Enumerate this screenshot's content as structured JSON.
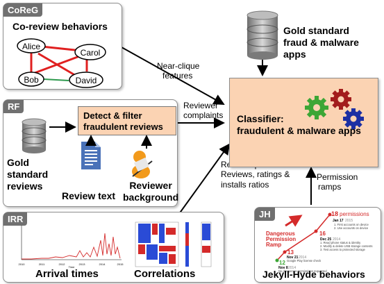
{
  "coreg": {
    "tag": "CoReG",
    "title": "Co-review behaviors",
    "nodes": [
      "Alice",
      "Carol",
      "Bob",
      "David"
    ]
  },
  "gold_apps": {
    "label_line1": "Gold standard",
    "label_line2": "fraud & malware apps"
  },
  "arrows": {
    "near_clique_1": "Near-clique",
    "near_clique_2": "features",
    "reviewer_complaints_1": "Reviewer",
    "reviewer_complaints_2": "complaints",
    "review_spikes_1": "Review spikes.",
    "review_spikes_2": "Reviews, ratings &",
    "review_spikes_3": "installs ratios",
    "permission_ramps_1": "Permission",
    "permission_ramps_2": "ramps"
  },
  "classifier": {
    "line1": "Classifier:",
    "line2": "fraudulent & malware apps"
  },
  "rf": {
    "tag": "RF",
    "detect_line1": "Detect & filter",
    "detect_line2": "fraudulent reviews",
    "gold_reviews_1": "Gold",
    "gold_reviews_2": "standard",
    "gold_reviews_3": "reviews",
    "review_text": "Review text",
    "reviewer_bg_1": "Reviewer",
    "reviewer_bg_2": "background"
  },
  "irr": {
    "tag": "IRR",
    "arrival_times": "Arrival times",
    "correlations": "Correlations",
    "x_ticks": [
      "2010",
      "2011",
      "2012",
      "2013",
      "2014",
      "2015"
    ],
    "x_axis_label": "Time"
  },
  "jh": {
    "tag": "JH",
    "title": "Jekyll-Hyde behaviors",
    "ramp_line1": "Dangerous",
    "ramp_line2": "Permission",
    "ramp_line3": "Ramp",
    "n18": "18",
    "permissions_word": "permissions",
    "jan": "Jan 17",
    "jan_year": "2015",
    "jan_item1": "1. First accounts on device",
    "jan_item2": "2. Use accounts on device",
    "n16": "16",
    "dec": "Dec 25",
    "dec_year": "2014",
    "dec_item1": "1. Read phone status & identity",
    "dec_item2": "2. Modify & delete USB storage contents",
    "dec_item3": "3. Test access to protected storage",
    "n13": "13",
    "nov21": "Nov 21",
    "nov21_year": "2014",
    "nov21_item": "Google Play license check",
    "n12": "12",
    "nov8": "Nov 8",
    "nov8_year": "2014",
    "nov8_item": "No dangerous permissions requested"
  }
}
